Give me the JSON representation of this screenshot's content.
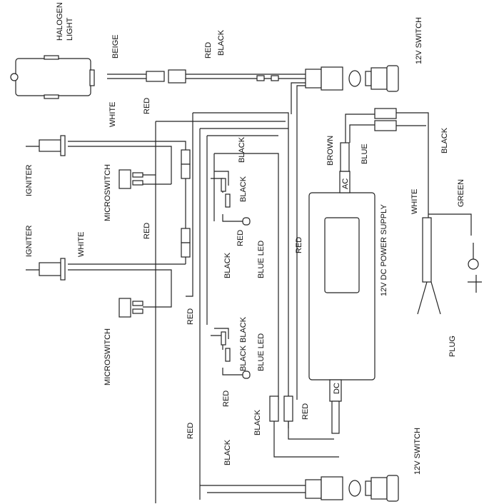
{
  "labels": {
    "halogen": "HALOGEN",
    "light": "LIGHT",
    "beige": "BEIGE",
    "red_top": "RED",
    "black_top": "BLACK",
    "switch_top": "12V SWITCH",
    "white_1": "WHITE",
    "red_1": "RED",
    "black_1": "BLACK",
    "igniter_1": "IGNITER",
    "black_2": "BLACK",
    "microswitch_1": "MICROSWITCH",
    "red_led_1": "RED",
    "blue_led_1": "BLUE LED",
    "red_right": "RED",
    "igniter_2": "IGNITER",
    "white_2": "WHITE",
    "red_2": "RED",
    "black_3": "BLACK",
    "power_supply": "12V DC POWER SUPPLY",
    "microswitch_2": "MICROSWITCH",
    "red_3": "RED",
    "black_4": "BLACK",
    "black_5": "BLACK",
    "blue_led_2": "BLUE LED",
    "red_led_2": "RED",
    "black_6": "BLACK",
    "red_dc": "RED",
    "red_4": "RED",
    "black_7": "BLACK",
    "switch_bottom": "12V SWITCH",
    "brown": "BROWN",
    "blue": "BLUE",
    "ac": "AC",
    "black_ac": "BLACK",
    "white_ac": "WHITE",
    "green": "GREEN",
    "plug": "PLUG",
    "dc": "DC"
  }
}
